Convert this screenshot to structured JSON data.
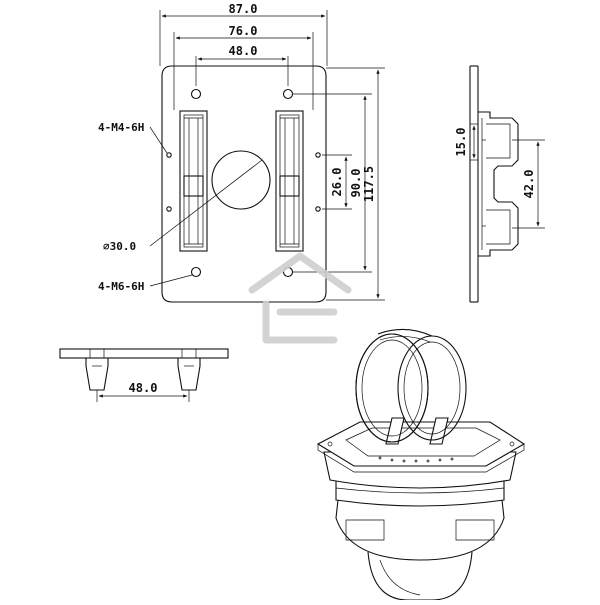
{
  "front_view": {
    "dim_width_overall": "87.0",
    "dim_rail_outer": "76.0",
    "dim_hole_spacing": "48.0",
    "dim_rail_window": "26.0",
    "dim_hole_vertical": "90.0",
    "dim_height_overall": "117.5",
    "label_m4_holes": "4-M4-6H",
    "label_center_bore": "⌀30.0",
    "label_m6_holes": "4-M6-6H"
  },
  "bottom_view": {
    "dim_post_spacing": "48.0"
  },
  "side_view": {
    "dim_tab_height": "15.0",
    "dim_tab_spacing": "42.0"
  },
  "colors": {
    "line": "#111111",
    "watermark": "#cfcfcf",
    "background": "#ffffff"
  }
}
